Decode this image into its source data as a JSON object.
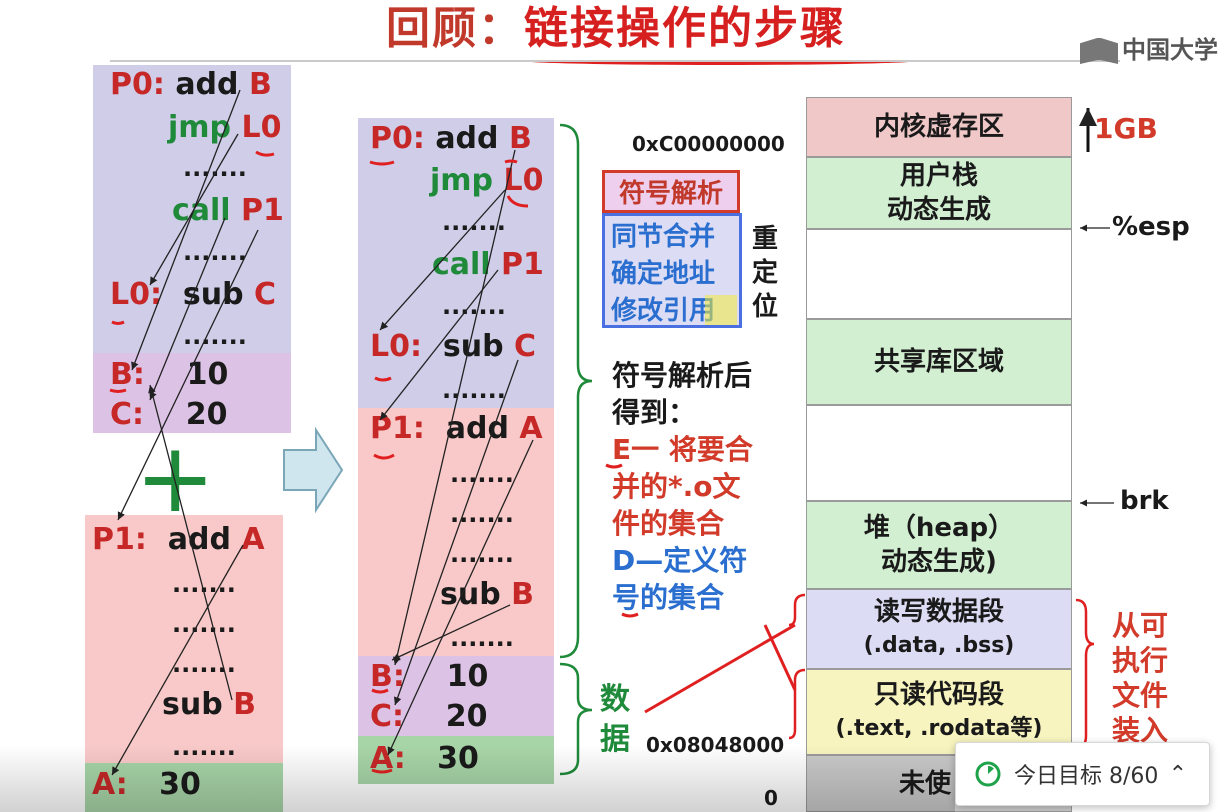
{
  "title": {
    "prefix": "回顾：",
    "main": "链接操作的步骤"
  },
  "logo": {
    "text": "中国大学"
  },
  "left_block": {
    "p0": {
      "label": "P0:",
      "instr": "add",
      "arg": "B"
    },
    "jmp": {
      "instr": "jmp",
      "arg": "L0"
    },
    "dots1": ".......",
    "call": {
      "instr": "call",
      "arg": "P1"
    },
    "dots2": ".......",
    "l0": {
      "label": "L0:",
      "instr": "sub",
      "arg": "C"
    },
    "dots3": ".......",
    "b": {
      "label": "B:",
      "value": "10"
    },
    "c": {
      "label": "C:",
      "value": "20"
    },
    "plus": "+",
    "p1": {
      "label": "P1:",
      "instr": "add",
      "arg": "A"
    },
    "dots4": ".......",
    "dots5": ".......",
    "dots6": ".......",
    "sub": {
      "instr": "sub",
      "arg": "B"
    },
    "dots7": ".......",
    "a": {
      "label": "A:",
      "value": "30"
    }
  },
  "middle_block": {
    "p0": {
      "label": "P0:",
      "instr": "add",
      "arg": "B"
    },
    "jmp": {
      "instr": "jmp",
      "arg": "L0"
    },
    "dots1": ".......",
    "call": {
      "instr": "call",
      "arg": "P1"
    },
    "dots2": ".......",
    "l0": {
      "label": "L0:",
      "instr": "sub",
      "arg": "C"
    },
    "dots3": ".......",
    "p1": {
      "label": "P1:",
      "instr": "add",
      "arg": "A"
    },
    "dots4": ".......",
    "dots5": ".......",
    "dots6": ".......",
    "sub": {
      "instr": "sub",
      "arg": "B"
    },
    "dots7": ".......",
    "b": {
      "label": "B:",
      "value": "10"
    },
    "c": {
      "label": "C:",
      "value": "20"
    },
    "a": {
      "label": "A:",
      "value": "30"
    }
  },
  "steps": {
    "symbol_resolution": "符号解析",
    "merge_sections": "同节合并",
    "determine_address": "确定地址",
    "modify_refs": "修改引用",
    "relocation": [
      "重",
      "定",
      "位"
    ]
  },
  "notes": {
    "after_resolution_1": "符号解析后",
    "after_resolution_2": "得到：",
    "e_letter": "E",
    "e_text_1": "一 将要合",
    "e_text_2": "并的*.o文",
    "e_text_3": "件的集合",
    "d_letter": "D",
    "d_text_1": "—定义符",
    "d_text_2": "号的集合",
    "data_label": [
      "数",
      "据"
    ]
  },
  "addresses": {
    "kernel_start": "0xC00000000",
    "text_start": "0x08048000",
    "zero": "0"
  },
  "memory": {
    "kernel": "内核虚存区",
    "user_stack_1": "用户栈",
    "user_stack_2": "动态生成",
    "shared_lib": "共享库区域",
    "heap_1": "堆（heap）",
    "heap_2": "动态生成)",
    "rw_1": "读写数据段",
    "rw_2": "(.data, .bss)",
    "ro_1": "只读代码段",
    "ro_2": "(.text, .rodata等)",
    "unused": "未使",
    "size_label": "1GB",
    "esp_label": "%esp",
    "brk_label": "brk",
    "load_from": [
      "从可",
      "执行",
      "文件",
      "装入"
    ]
  },
  "widget": {
    "label": "今日目标 8/60",
    "progress": 0.1333
  },
  "colors": {
    "code_bg": "#cfcde8",
    "text_bg": "#f9c9c9",
    "data_bg": "#dcc3e6",
    "a_bg": "#a8d5a8",
    "kernel_bg": "#f0c8c8",
    "green_bg": "#d2efd2",
    "rw_bg": "#dcdcf4",
    "ro_bg": "#f7f4bf",
    "accent_red": "#c62828",
    "accent_green": "#1e8a3a",
    "accent_blue": "#2a6fd0"
  }
}
